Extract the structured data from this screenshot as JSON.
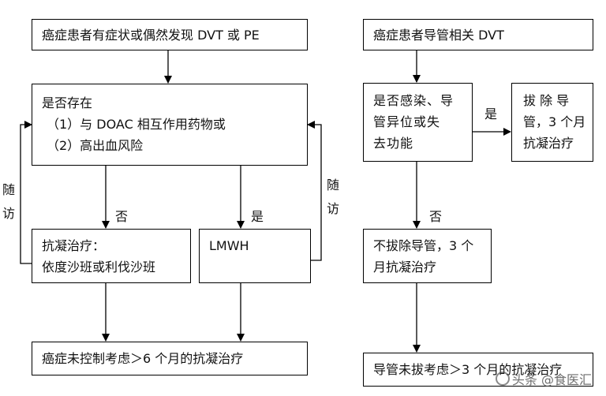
{
  "left": {
    "top_box": "癌症患者有症状或偶然发现 DVT 或 PE",
    "check_box": {
      "line1": "是否存在",
      "line2": "（1）与 DOAC 相互作用药物或",
      "line3": "（2）高出血风险"
    },
    "no_label": "否",
    "yes_label": "是",
    "followup_left": "随\n访",
    "followup_right": "随\n访",
    "anticoag_box": {
      "line1": "抗凝治疗：",
      "line2": "依度沙班或利伐沙班"
    },
    "lmwh_box": "LMWH",
    "bottom_box": "癌症未控制考虑＞6 个月的抗凝治疗"
  },
  "right": {
    "top_box": "癌症患者导管相关 DVT",
    "check_box": {
      "line1": "是否感染、导",
      "line2": "管异位或失",
      "line3": "去功能"
    },
    "yes_label": "是",
    "no_label": "否",
    "remove_box": {
      "line1": "拔 除 导",
      "line2": "管，3 个月",
      "line3": "抗凝治疗"
    },
    "keep_box": {
      "line1": "不拔除导管，3 个",
      "line2": "月抗凝治疗"
    },
    "bottom_box": "导管未拔考虑＞3 个月的抗凝治疗"
  },
  "watermark": "头条 @食医汇"
}
